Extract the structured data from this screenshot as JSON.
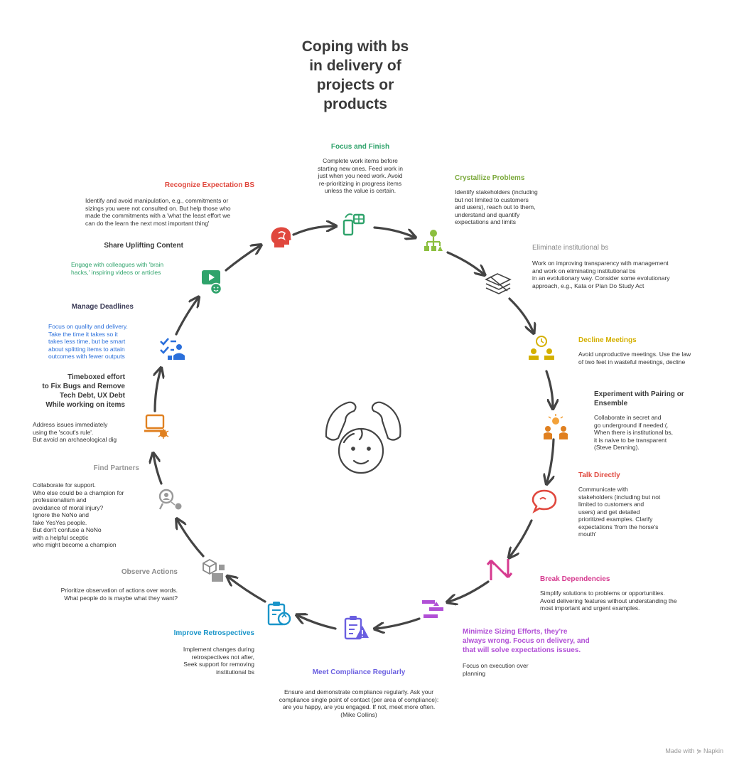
{
  "title": "Coping with bs\nin delivery of\nprojects or\nproducts",
  "footer": "Made with ⋟ Napkin",
  "items": [
    {
      "title": "Focus and Finish",
      "color": "#2fa36b",
      "desc": "Complete work items before\nstarting new ones. Feed work in\njust when you need work. Avoid\nre-prioritizing in progress items\nunless the value is certain."
    },
    {
      "title": "Crystallize Problems",
      "color": "#7aa83a",
      "desc": "Identify stakeholders (including\nbut not limited to customers\nand users), reach out to them,\nunderstand and quantify\nexpectations and limits"
    },
    {
      "title": "Eliminate institutional bs",
      "color": "#888888",
      "desc": "Work on improving transparency with management\nand work on eliminating institutional bs\nin an evolutionary way. Consider some evolutionary\napproach, e.g., Kata or Plan Do Study Act"
    },
    {
      "title": "Decline Meetings",
      "color": "#d4b000",
      "desc": "Avoid unproductive meetings. Use the law\nof two feet in wasteful meetings, decline"
    },
    {
      "title": "Experiment with Pairing or\nEnsemble",
      "color": "#3a3a3a",
      "desc": "Collaborate in secret and\ngo underground if needed:(.\nWhen there is institutional bs,\nit is naive to be transparent\n(Steve Denning)."
    },
    {
      "title": "Talk Directly",
      "color": "#e0483e",
      "desc": "Communicate with\nstakeholders (including but not\nlimited to customers and\nusers) and get detailed\nprioritized examples. Clarify\nexpectations 'from the horse's\nmouth'"
    },
    {
      "title": "Break Dependencies",
      "color": "#d63a8f",
      "desc": "Simplify solutions to problems or opportunities.\nAvoid delivering features without understanding the\nmost important and urgent examples."
    },
    {
      "title": "Minimize Sizing Efforts, they're\nalways wrong. Focus on delivery, and\nthat will solve expectations issues.",
      "color": "#b14fd6",
      "desc": "Focus on execution over\nplanning"
    },
    {
      "title": "Meet Compliance Regularly",
      "color": "#6a5fe0",
      "desc": "Ensure and demonstrate compliance regularly. Ask your\ncompliance single point of contact (per area of compliance):\nare you happy, are you engaged. If not, meet more often.\n(Mike Collins)"
    },
    {
      "title": "Improve Retrospectives",
      "color": "#1a95c9",
      "desc": "Implement changes during\nretrospectives not after,\nSeek support for removing\ninstitutional bs"
    },
    {
      "title": "Observe Actions",
      "color": "#8a8a8a",
      "desc": "Prioritize observation of actions over words.\nWhat people do is maybe what they want?"
    },
    {
      "title": "Find Partners",
      "color": "#999999",
      "desc": "Collaborate for support.\nWho else could be a champion for\nprofessionalism and\navoidance of moral injury?\nIgnore the NoNo and\nfake YesYes people.\nBut don't confuse a NoNo\nwith a helpful sceptic\nwho might become a champion"
    },
    {
      "title": "Timeboxed effort\nto Fix Bugs and Remove\nTech Debt, UX Debt\nWhile working on items",
      "color": "#3a3a3a",
      "desc": "Address issues immediately\nusing the 'scout's rule'.\nBut avoid an archaeological dig"
    },
    {
      "title": "Manage Deadlines",
      "color": "#3a3a55",
      "desc": "Focus on quality and delivery.\nTake the time it takes so it\ntakes less time, but be smart\nabout splitting items to attain\noutcomes with fewer outputs"
    },
    {
      "title": "Share Uplifting Content",
      "color": "#3a3a3a",
      "desc": "Engage with colleagues with 'brain\nhacks,' inspiring videos or articles"
    },
    {
      "title": "Recognize Expectation BS",
      "color": "#e0483e",
      "desc": "Identify and avoid manipulation, e.g., commitments or\nsizings you were not consulted on. But help those who\nmade the commitments with a 'what the least effort we\ncan do the learn the next most important thing'"
    }
  ],
  "desc_colors": {
    "manage_deadlines": "#2a6fdb",
    "share_uplifting": "#2fa36b"
  }
}
